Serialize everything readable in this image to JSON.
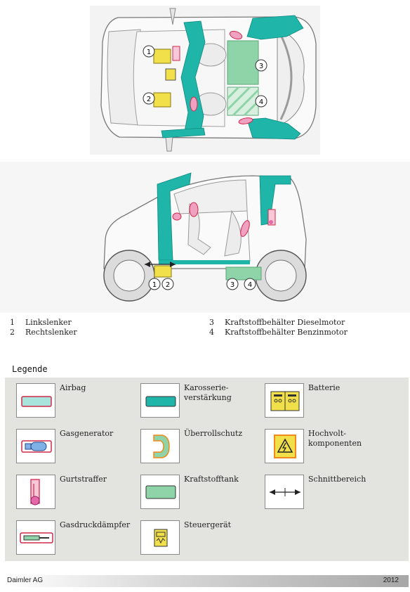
{
  "figure": {
    "callouts": {
      "top_1": "1",
      "top_2": "2",
      "top_3": "3",
      "top_4": "4",
      "side_1": "1",
      "side_2": "2",
      "side_3": "3",
      "side_4": "4"
    }
  },
  "key": [
    {
      "num": "1",
      "text": "Linkslenker"
    },
    {
      "num": "2",
      "text": "Rechtslenker"
    },
    {
      "num": "3",
      "text": "Kraftstoffbehälter Dieselmotor"
    },
    {
      "num": "4",
      "text": "Kraftstoffbehälter Benzinmotor"
    }
  ],
  "legend": {
    "title": "Legende",
    "items": [
      {
        "label": "Airbag",
        "icon": "airbag-icon"
      },
      {
        "label": "Karosserie-\nverstärkung",
        "icon": "body-reinforcement-icon"
      },
      {
        "label": "Batterie",
        "icon": "battery-icon"
      },
      {
        "label": "Gasgenerator",
        "icon": "gas-generator-icon"
      },
      {
        "label": "Überrollschutz",
        "icon": "rollover-protection-icon"
      },
      {
        "label": "Hochvolt-\nkomponenten",
        "icon": "high-voltage-icon"
      },
      {
        "label": "Gurtstraffer",
        "icon": "belt-tensioner-icon"
      },
      {
        "label": "Kraftstofftank",
        "icon": "fuel-tank-icon"
      },
      {
        "label": "Schnittbereich",
        "icon": "cutting-area-icon"
      },
      {
        "label": "Gasdruckdämpfer",
        "icon": "gas-strut-icon"
      },
      {
        "label": "Steuergerät",
        "icon": "control-unit-icon"
      }
    ]
  },
  "colors": {
    "reinforcement": "#1fb5a8",
    "airbag_fill": "#f0a0c0",
    "airbag_stroke": "#d0284a",
    "battery": "#f2e04a",
    "fuel_tank": "#8fd4a8",
    "hv_orange": "#f08a1c",
    "legend_bg": "#e3e3df"
  },
  "footer": {
    "brand": "Daimler AG",
    "year": "2012"
  }
}
